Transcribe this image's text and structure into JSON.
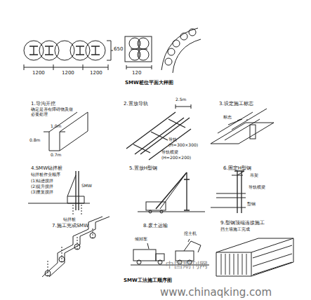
{
  "diagram": {
    "caption": "SMW工法施工顺序图",
    "labels": [
      "1200",
      "1200",
      "1200",
      "650",
      "120",
      "SMW桩位平面大样图",
      "1.导沟开挖",
      "确定是否有障碍物及做必要处理",
      "1.0m",
      "0.8m",
      "0.7m",
      "2.置放导轨",
      "2.5m",
      "导轨",
      "(H=300×300)",
      "导轨横梁",
      "(H=200×200)",
      "3.设定施工标志",
      "标志",
      "4.SMW钻拌桩",
      "钻拌桩作业顺序",
      "(1)钻进搅拌",
      "(2)提升搅拌",
      "(3)重复搅拌",
      "SMW",
      "钻拌桩",
      "5.置放H型钢",
      "6.固定H型钢",
      "吊架",
      "导轨横梁",
      "型钢",
      "7.施工完成SMW",
      "8.废土运输",
      "倾卸车",
      "挖土机",
      "9.型钢顶端连接施工",
      "挡土墙施工完成",
      "中国期刊网",
      "www.chinaqking.com"
    ]
  }
}
